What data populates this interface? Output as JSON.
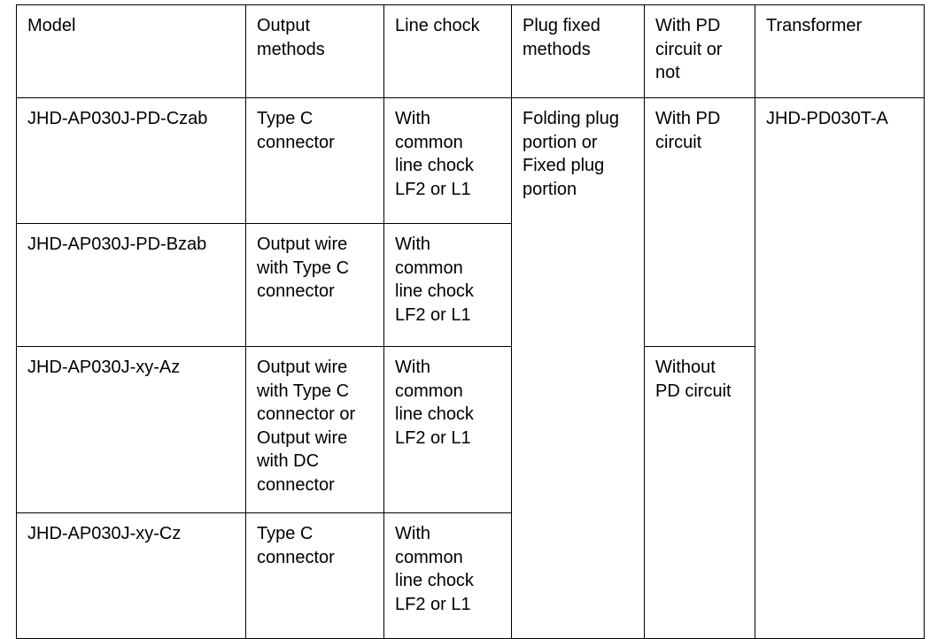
{
  "table": {
    "name": "model-specification-table",
    "columns": [
      {
        "key": "model",
        "label": "Model"
      },
      {
        "key": "output",
        "label": "Output\nmethods"
      },
      {
        "key": "chock",
        "label": "Line chock"
      },
      {
        "key": "plug",
        "label": "Plug fixed\nmethods"
      },
      {
        "key": "pd",
        "label": "With PD\ncircuit or\nnot"
      },
      {
        "key": "transformer",
        "label": "Transformer"
      }
    ],
    "rows": [
      {
        "model": "JHD-AP030J-PD-Czab",
        "output": "Type C\nconnector",
        "chock": "With\ncommon\nline chock\nLF2 or L1"
      },
      {
        "model": "JHD-AP030J-PD-Bzab",
        "output": "Output wire\nwith Type C\nconnector",
        "chock": "With\ncommon\nline chock\nLF2 or L1"
      },
      {
        "model": "JHD-AP030J-xy-Az",
        "output": "Output wire\nwith Type C\nconnector or\nOutput wire\nwith DC\nconnector",
        "chock": "With\ncommon\nline chock\nLF2 or L1"
      },
      {
        "model": "JHD-AP030J-xy-Cz",
        "output": "Type C\nconnector",
        "chock": "With\ncommon\nline chock\nLF2 or L1"
      }
    ],
    "merged_cells": {
      "plug_all_rows": "Folding plug\nportion or\nFixed plug\nportion",
      "pd_rows_1_2": "With PD\ncircuit",
      "pd_rows_3_4": "Without\nPD circuit",
      "transformer_all_rows": "JHD-PD030T-A"
    }
  },
  "colors": {
    "border": "#000000",
    "text": "#000000",
    "background": "#ffffff"
  }
}
